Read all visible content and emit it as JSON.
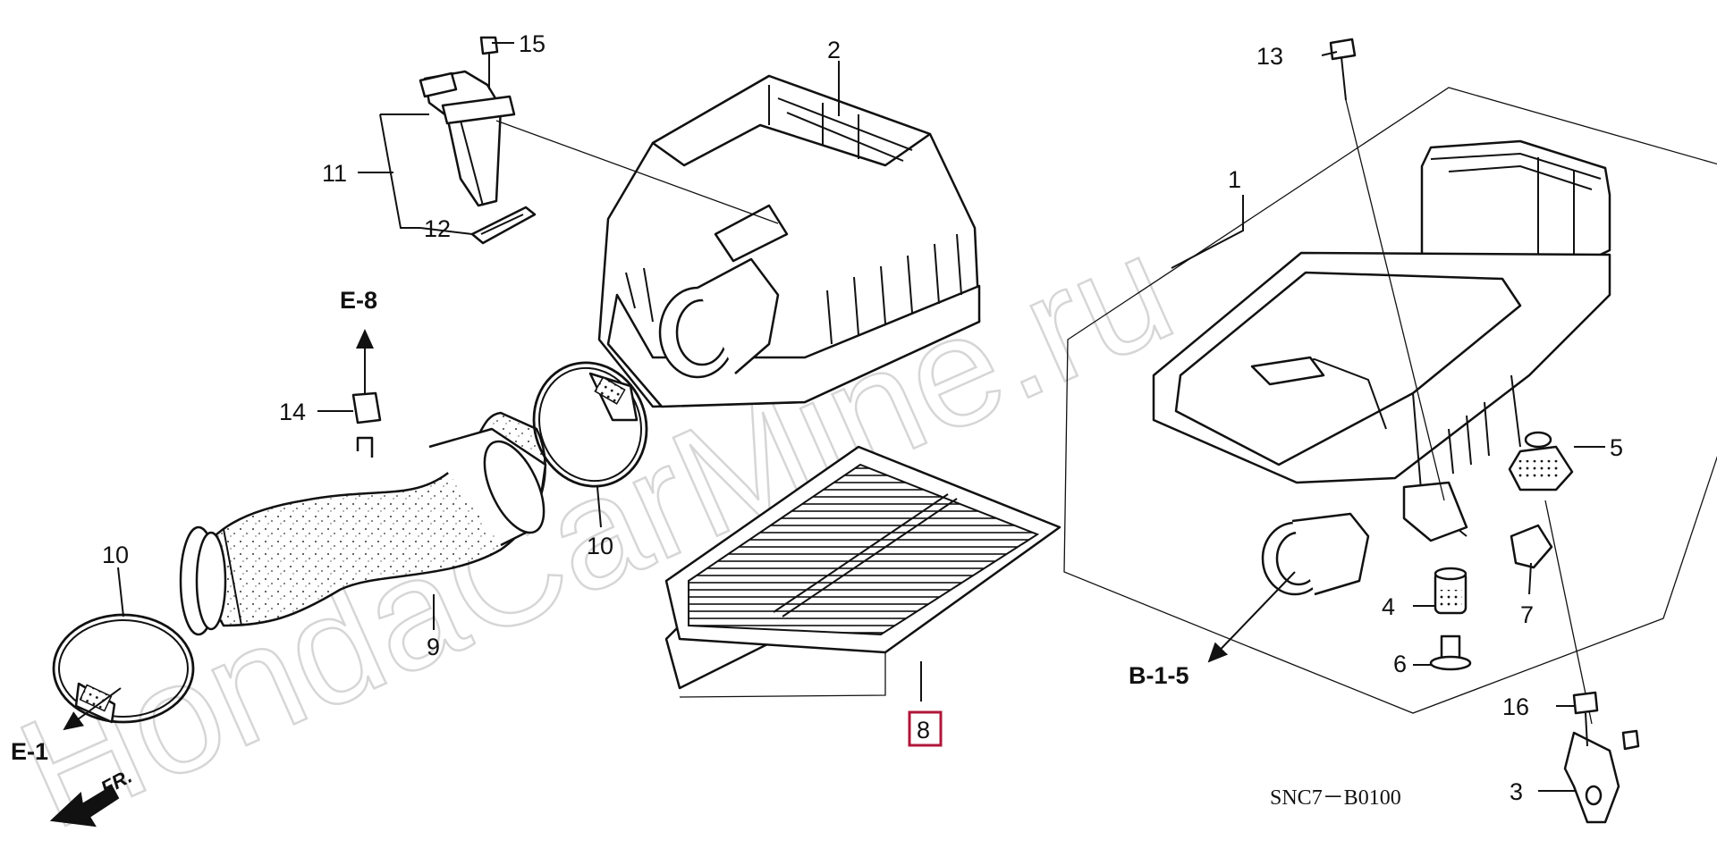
{
  "watermark": "HondaCarMine.ru",
  "diagram_code": "SNC7－B0100",
  "front_indicator": "FR.",
  "highlighted_part": "8",
  "callouts": {
    "p1": "1",
    "p2": "2",
    "p3": "3",
    "p4": "4",
    "p5": "5",
    "p6": "6",
    "p7": "7",
    "p8": "8",
    "p9": "9",
    "p10a": "10",
    "p10b": "10",
    "p11": "11",
    "p12": "12",
    "p13": "13",
    "p14": "14",
    "p15": "15",
    "p16": "16"
  },
  "references": {
    "e8": "E-8",
    "e1": "E-1",
    "b15": "B-1-5"
  },
  "colors": {
    "highlight": "#b0163a",
    "line": "#111111",
    "watermark": "#d6d6d6"
  }
}
